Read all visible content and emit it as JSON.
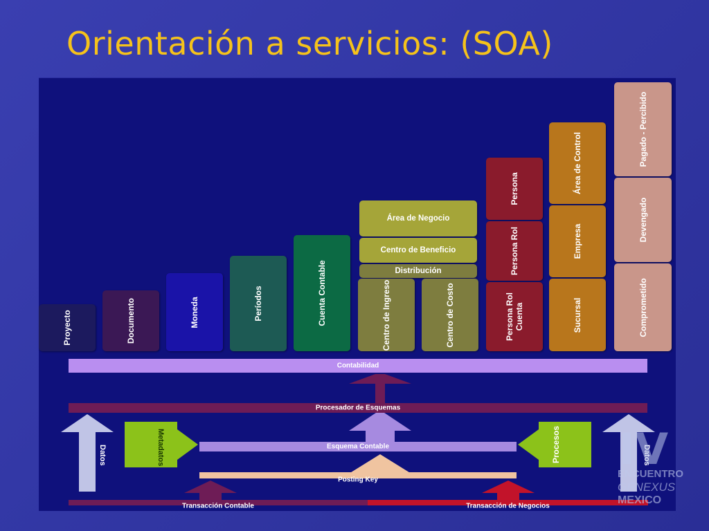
{
  "title": "Orientación a servicios: (SOA)",
  "colors": {
    "background": "#3338a6",
    "diagram_bg": "#0f117c",
    "title": "#f5c21b",
    "proyecto": "#1c1a5e",
    "documento": "#3b1855",
    "moneda": "#1a13a8",
    "periodos": "#1d5a54",
    "cuenta_contable": "#0c6a44",
    "olive": "#7e7d3f",
    "olive_bright": "#a5a539",
    "persona": "#8a1b2c",
    "orange": "#b8761c",
    "pink": "#c9968a",
    "contabilidad": "#b98ef0",
    "procesador": "#6e1c56",
    "esquema": "#a68ae0",
    "posting": "#f0c4a0",
    "green": "#8cc21a",
    "datos_arrow": "#c0c4e6"
  },
  "columns": {
    "proyecto": "Proyecto",
    "documento": "Documento",
    "moneda": "Moneda",
    "periodos": "Períodos",
    "cuenta_contable": "Cuenta Contable",
    "area_negocio": "Área de Negocio",
    "centro_beneficio": "Centro de Beneficio",
    "distribucion": "Distribución",
    "centro_ingreso": "Centro de Ingreso",
    "centro_costo": "Centro de Costo",
    "persona": "Persona",
    "persona_rol": "Persona Rol",
    "persona_rol_cuenta": "Persona Rol\nCuenta",
    "area_control": "Área de Control",
    "empresa": "Empresa",
    "sucursal": "Sucursal",
    "pagado_percibido": "Pagado - Percibido",
    "devengado": "Devengado",
    "comprometido": "Comprometido"
  },
  "bars": {
    "contabilidad": "Contabilidad",
    "procesador": "Procesador de Esquemas",
    "esquema": "Esquema Contable",
    "posting": "Posting Key",
    "transaccion_contable": "Transacción Contable",
    "transaccion_negocios": "Transacción de Negocios"
  },
  "side": {
    "datos_left": "Datos",
    "metadatos": "Metadatos",
    "procesos": "Procesos",
    "datos_right": "Datos"
  },
  "watermark": {
    "line1": "ENCUENTRO",
    "line2": "GENEXUS",
    "line3": "MEXICO",
    "big": "IV"
  }
}
